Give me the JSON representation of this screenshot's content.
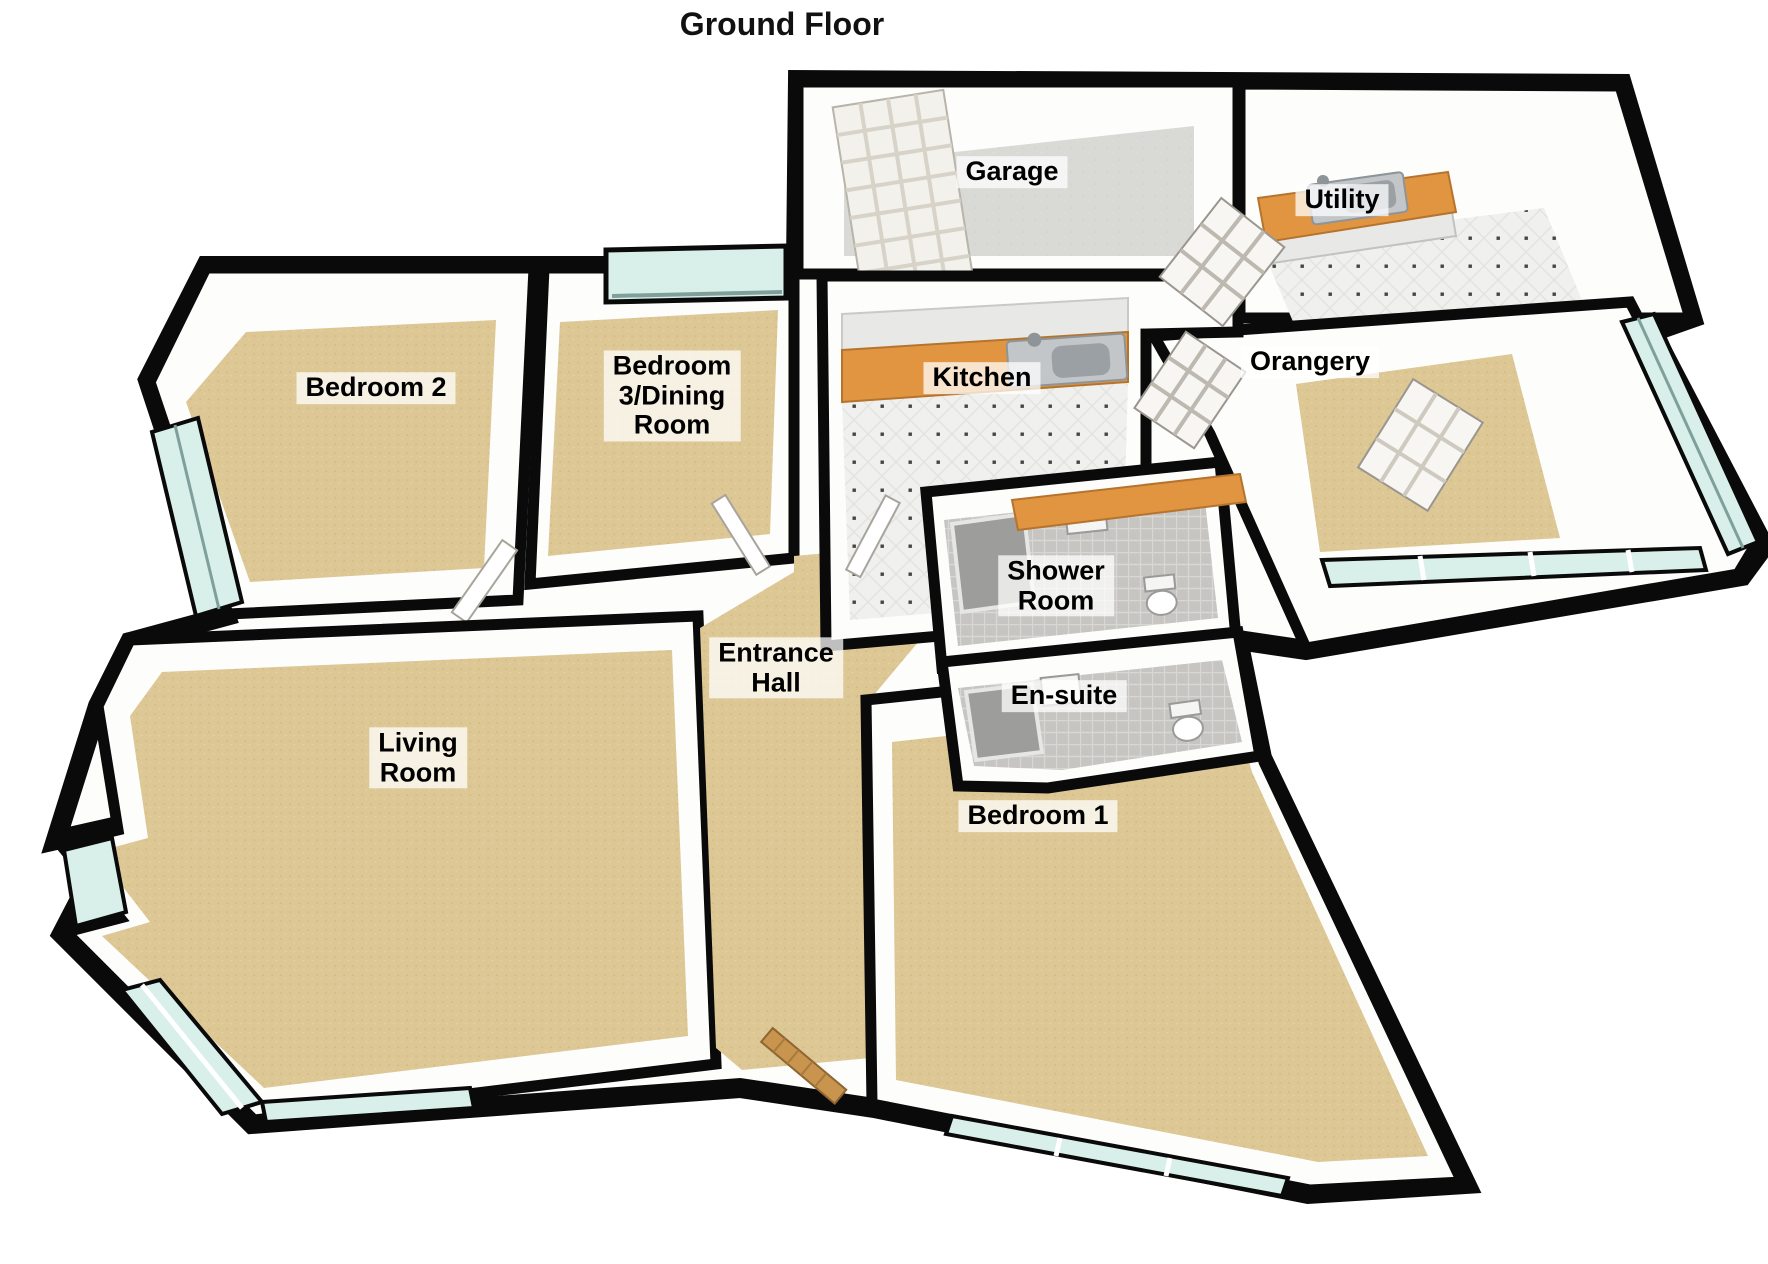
{
  "title": "Ground Floor",
  "labels": {
    "garage": {
      "l1": "Garage"
    },
    "utility": {
      "l1": "Utility"
    },
    "bedroom2": {
      "l1": "Bedroom 2"
    },
    "bedroom3": {
      "l1": "Bedroom",
      "l2": "3/Dining",
      "l3": "Room"
    },
    "kitchen": {
      "l1": "Kitchen"
    },
    "orangery": {
      "l1": "Orangery"
    },
    "shower": {
      "l1": "Shower",
      "l2": "Room"
    },
    "hall": {
      "l1": "Entrance",
      "l2": "Hall"
    },
    "ensuite": {
      "l1": "En-suite"
    },
    "living": {
      "l1": "Living",
      "l2": "Room"
    },
    "bedroom1": {
      "l1": "Bedroom 1"
    }
  },
  "colors": {
    "wall_outline": "#0a0a0a",
    "wall_face": "#fdfdfc",
    "carpet": "#dcc795",
    "concrete": "#d9d9d6",
    "tile_light": "#f0f0ee",
    "tile_grey": "#c6c5c2",
    "glass": "#d9efe9",
    "counter": "#e29540",
    "wood_door": "#c8944e",
    "label_background": "rgba(255,255,255,0.74)",
    "label_text": "#000000"
  }
}
